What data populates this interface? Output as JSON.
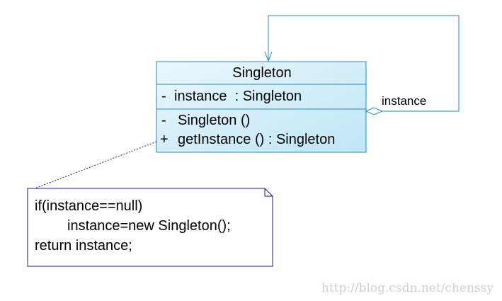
{
  "class_box": {
    "name": "Singleton",
    "attributes": [
      {
        "visibility": "-",
        "text": "instance  : Singleton"
      }
    ],
    "operations": [
      {
        "visibility": "-",
        "text": "Singleton ()"
      },
      {
        "visibility": "+",
        "text": "getInstance () : Singleton"
      }
    ]
  },
  "association": {
    "label": "instance"
  },
  "note": {
    "lines": [
      "if(instance==null)",
      "instance=new Singleton();",
      "return instance;"
    ]
  },
  "watermark": "http://blog.csdn.net/chenssy",
  "colors": {
    "class_fill_top": "#eaf7fd",
    "class_fill_bottom": "#bfe6f6",
    "class_border": "#1d8cc4",
    "association_line": "#1d8cc4",
    "note_border": "#1a1a8c",
    "note_link": "#1a1a8c",
    "watermark": "#d0d0d0"
  }
}
